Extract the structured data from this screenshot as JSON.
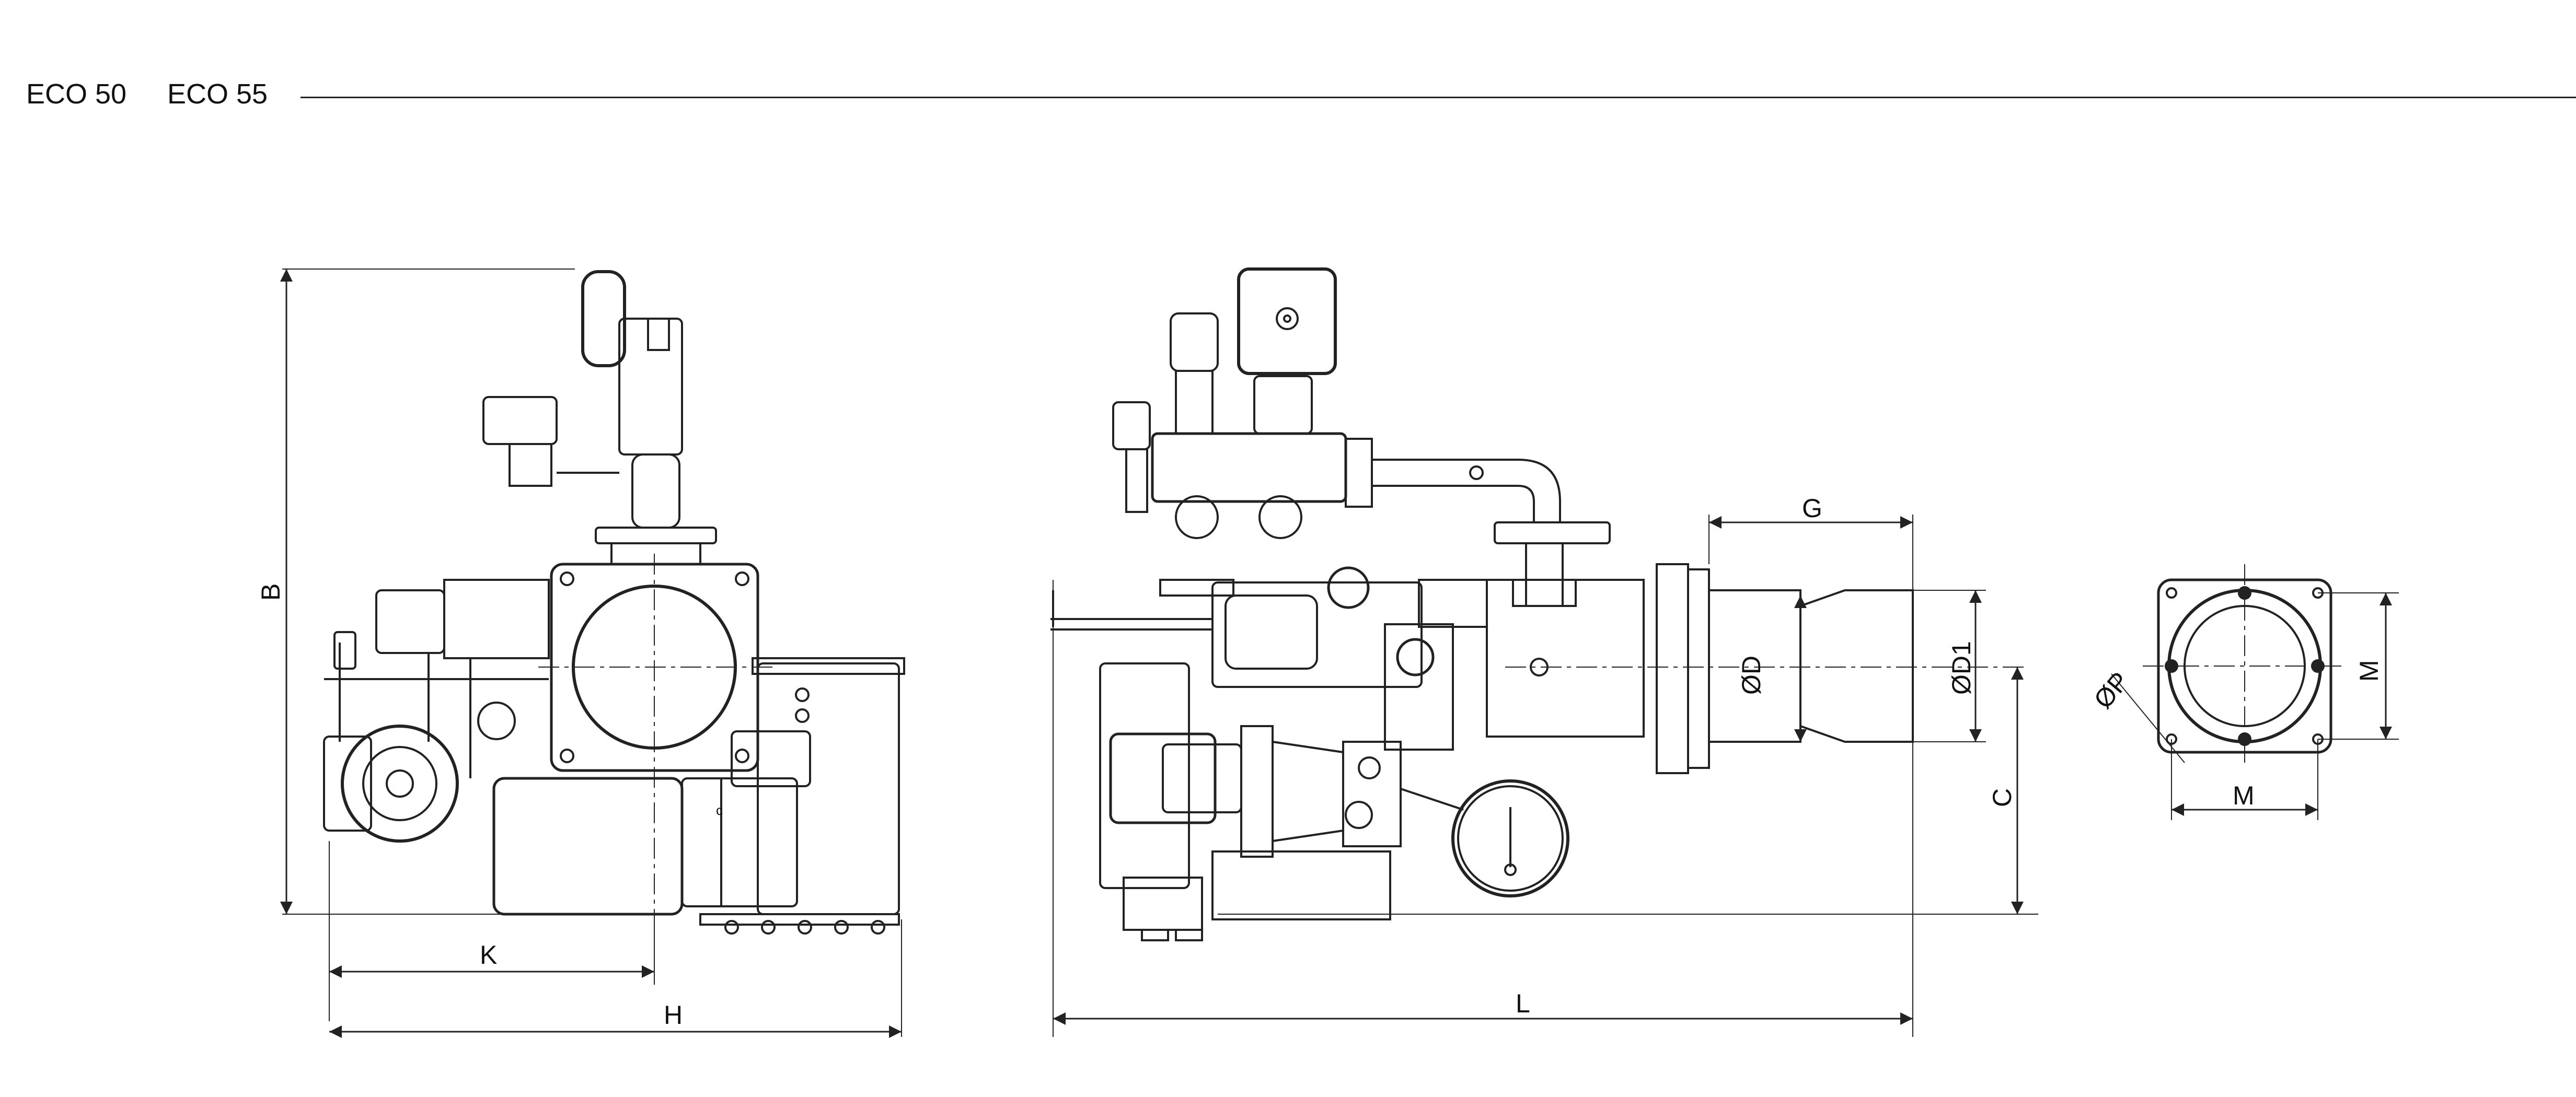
{
  "header": {
    "models": [
      "ECO 50",
      "ECO 55"
    ]
  },
  "dimensions": {
    "B": "B",
    "K": "K",
    "H": "H",
    "G": "G",
    "L": "L",
    "C": "C",
    "D": "ØD",
    "D1": "ØD1",
    "M_vertical": "M",
    "M_horizontal": "M",
    "P": "ØP"
  },
  "colors": {
    "line": "#222222",
    "background": "#ffffff"
  }
}
